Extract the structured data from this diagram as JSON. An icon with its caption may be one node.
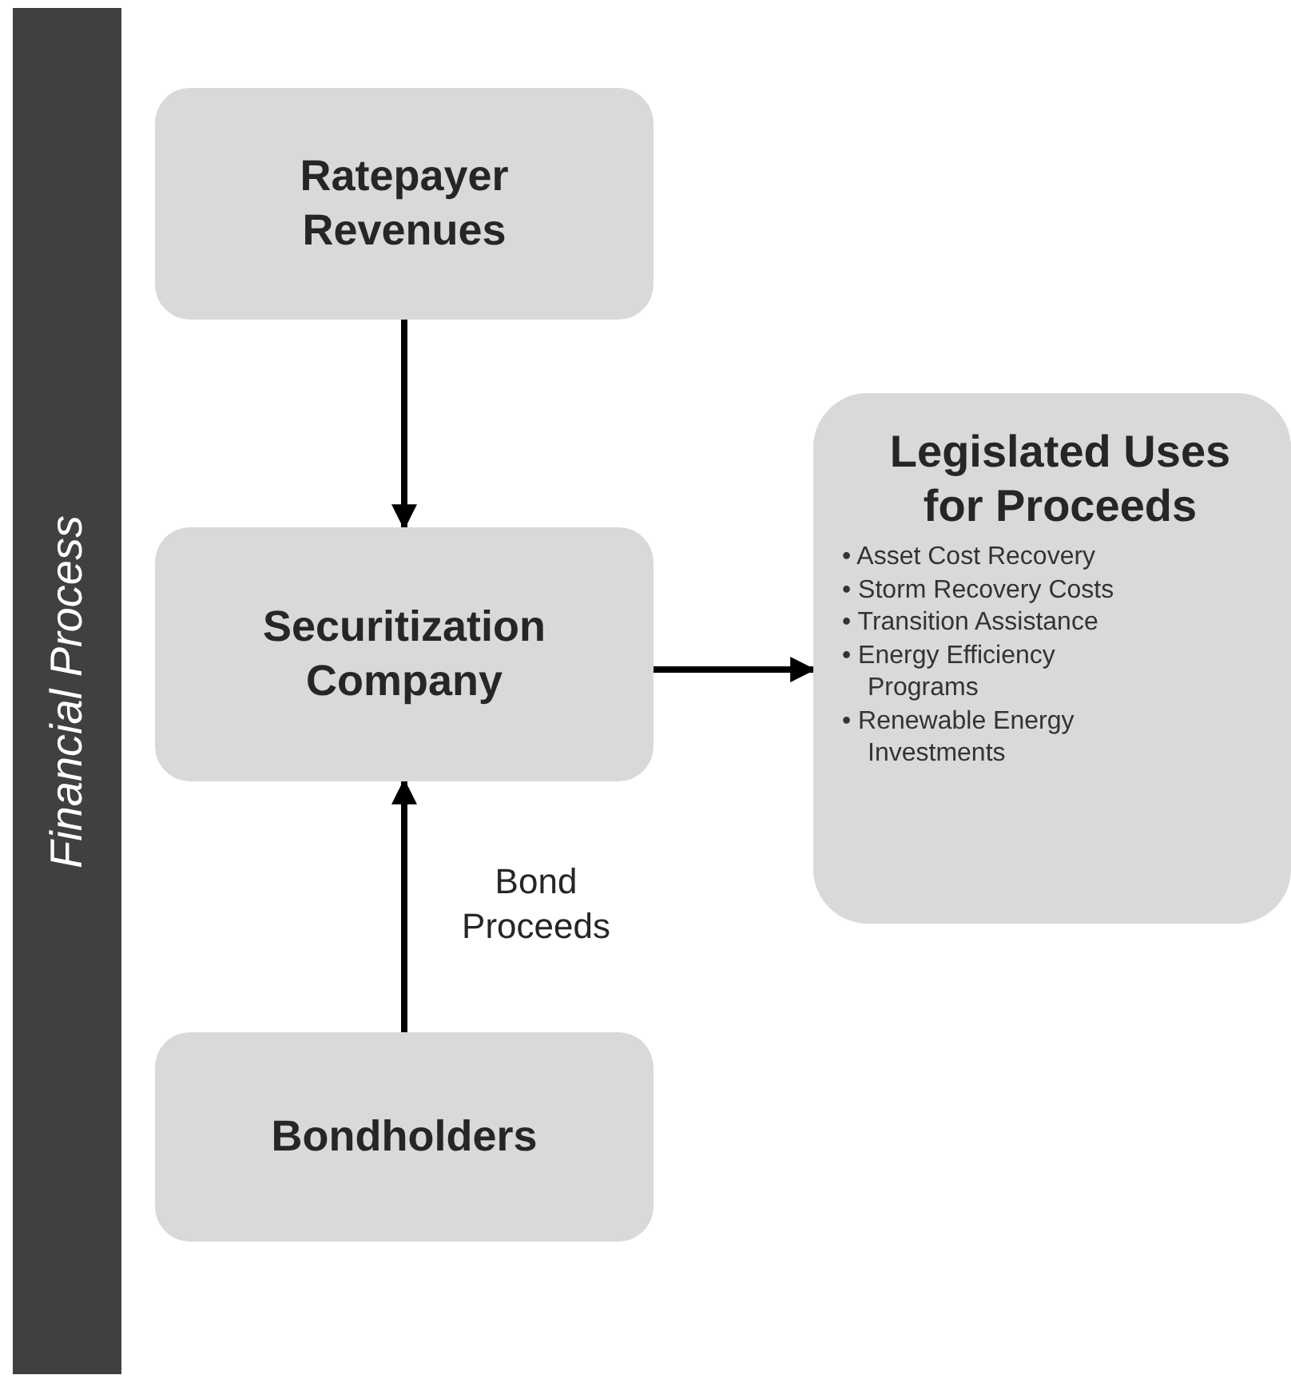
{
  "diagram": {
    "nodes": [
      {
        "text": [
          "Financial Process"
        ]
      },
      {
        "text": [
          "Ratepayer Revenues"
        ]
      },
      {
        "text": [
          "Securitization Company"
        ]
      },
      {
        "text": [
          "Legislated Uses for Proceeds",
          "• Asset Cost Recovery",
          "• Storm Recovery Costs",
          "• Transition Assistance",
          "• Energy Efficiency Programs",
          "• Renewable Energy Investments"
        ]
      },
      {
        "text": [
          "Bondholders"
        ]
      }
    ],
    "edges": [
      {
        "from": 1,
        "to": 2,
        "arrow": "to"
      },
      {
        "from": 2,
        "to": 3,
        "arrow": "to"
      },
      {
        "from": 4,
        "to": 2,
        "arrow": "to",
        "label": "Bond Proceeds"
      }
    ]
  }
}
